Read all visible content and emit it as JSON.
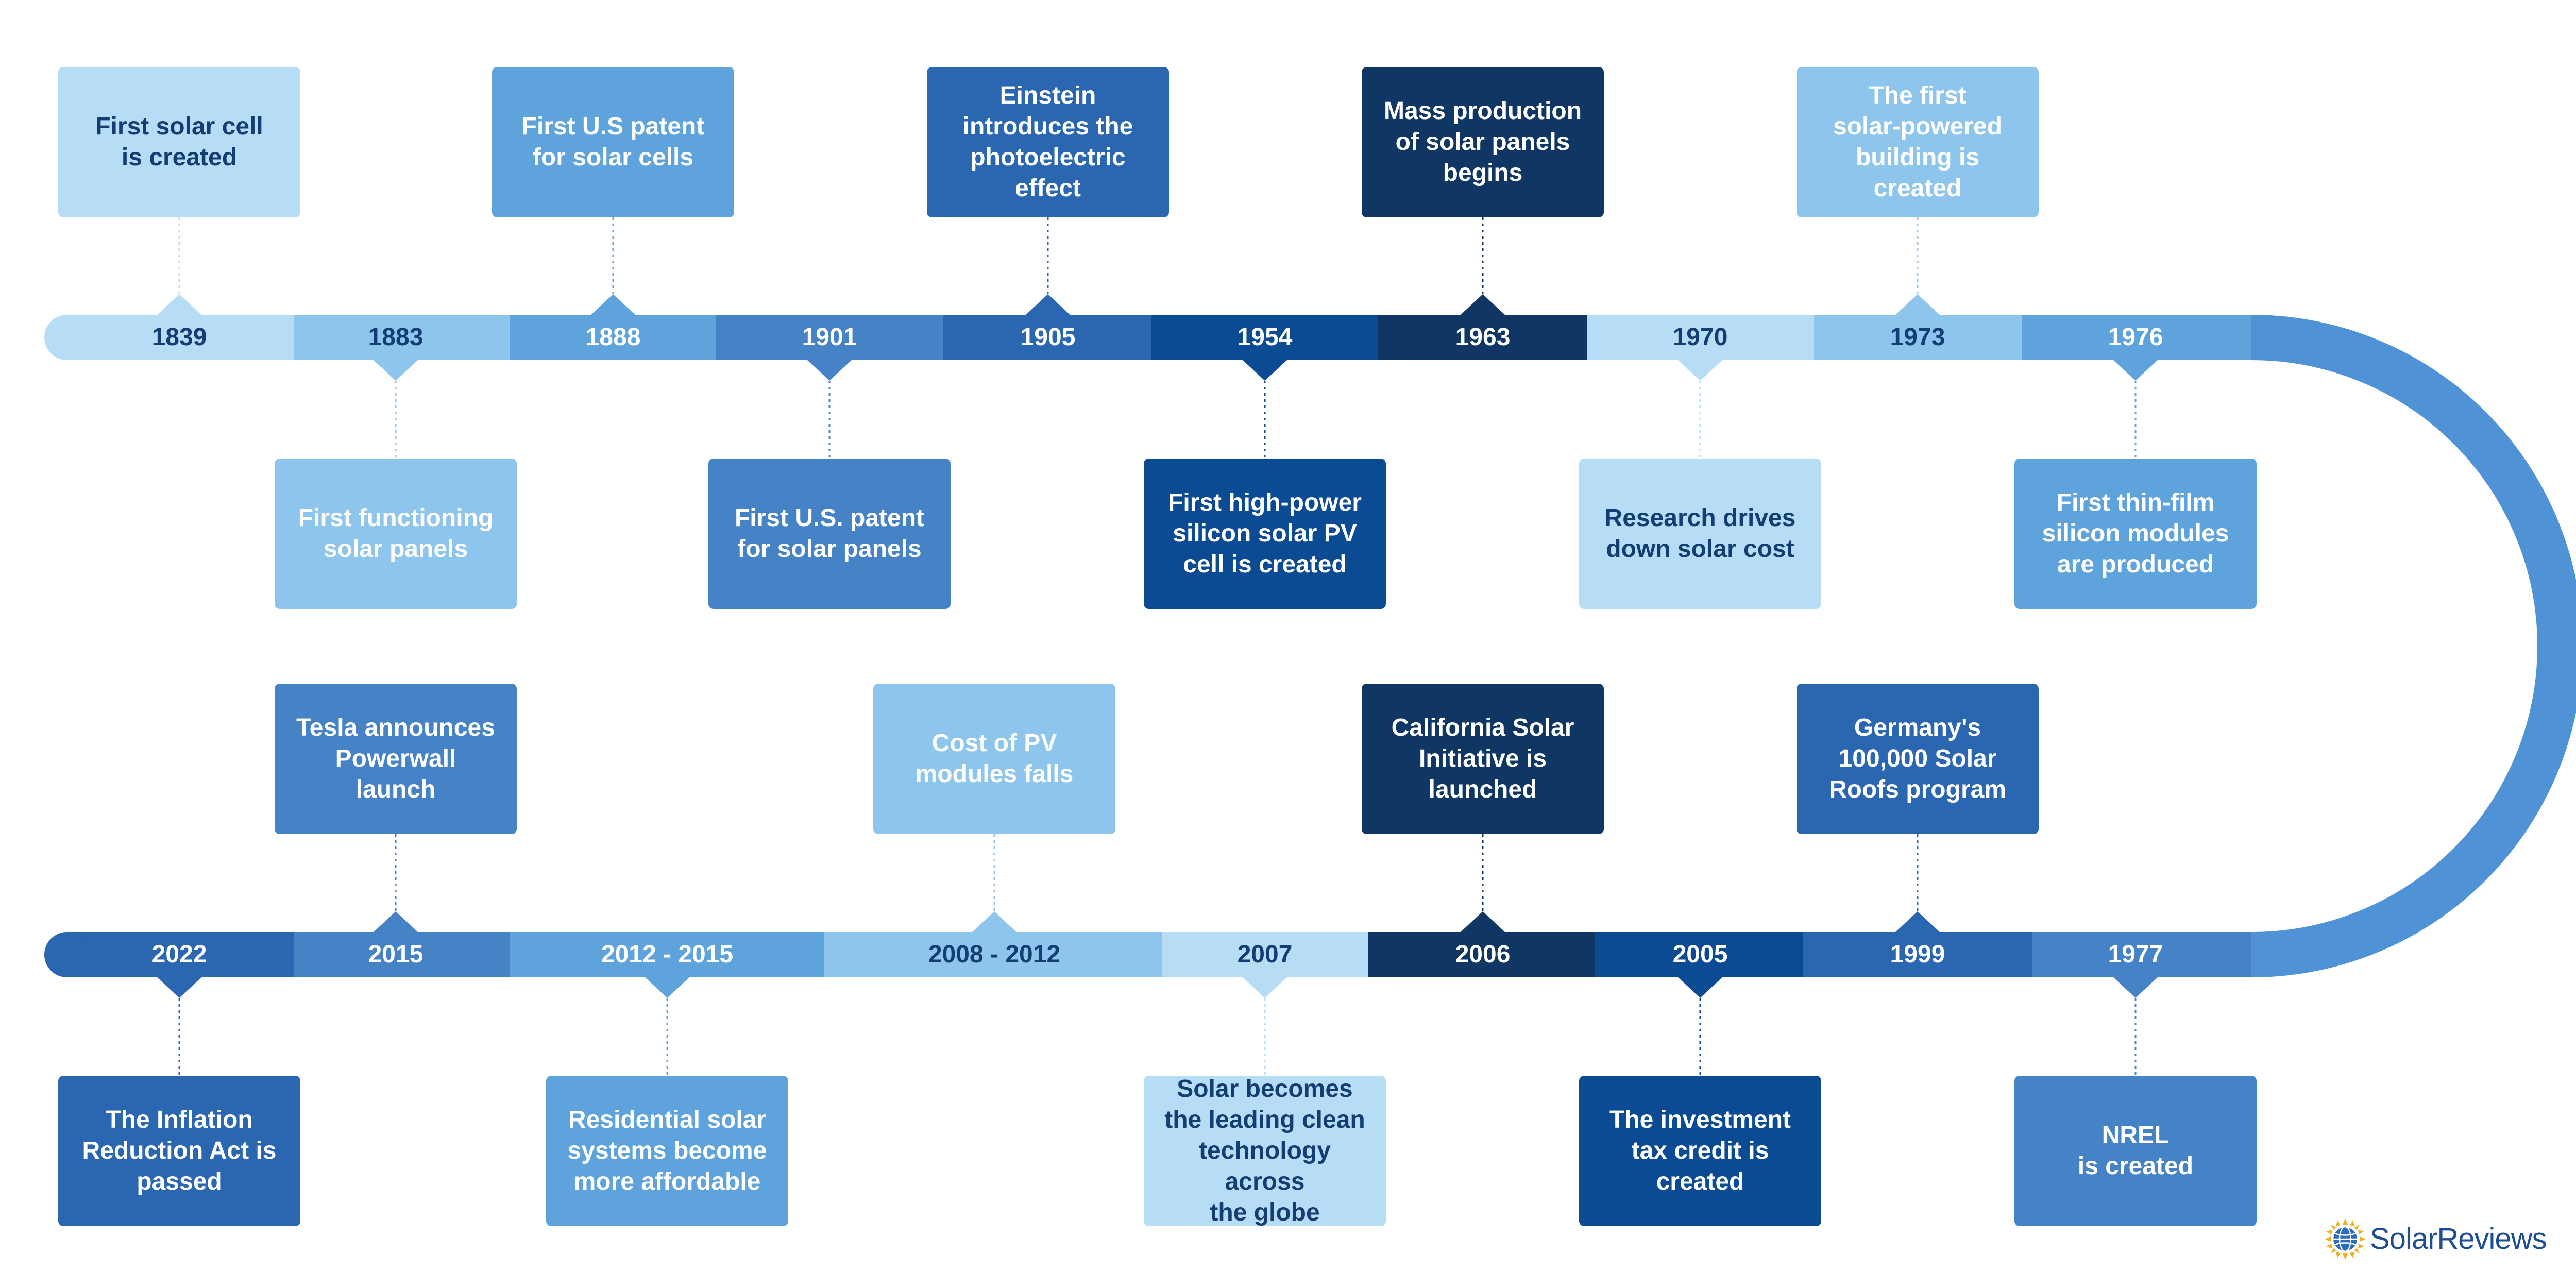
{
  "colors": {
    "c1": "#b7dcf5",
    "c2": "#8ec5ec",
    "c3": "#5fa3dc",
    "c4": "#4682c6",
    "c5": "#2a67b0",
    "c6": "#0b4b94",
    "c7": "#103763",
    "track_curve": "#4f93d6",
    "dark_text": "#133e73",
    "light_text": "#ffffff"
  },
  "top_row": [
    {
      "year": "1839",
      "event": "First solar cell\nis created",
      "side": "above",
      "color": "c1"
    },
    {
      "year": "1883",
      "event": "First functioning\nsolar panels",
      "side": "below",
      "color": "c2"
    },
    {
      "year": "1888",
      "event": "First U.S patent\nfor solar cells",
      "side": "above",
      "color": "c3"
    },
    {
      "year": "1901",
      "event": "First U.S. patent\nfor solar panels",
      "side": "below",
      "color": "c4"
    },
    {
      "year": "1905",
      "event": "Einstein\nintroduces the\nphotoelectric\neffect",
      "side": "above",
      "color": "c5"
    },
    {
      "year": "1954",
      "event": "First high-power\nsilicon solar PV\ncell is created",
      "side": "below",
      "color": "c6"
    },
    {
      "year": "1963",
      "event": "Mass production\nof solar panels\nbegins",
      "side": "above",
      "color": "c7"
    },
    {
      "year": "1970",
      "event": "Research drives\ndown solar cost",
      "side": "below",
      "color": "c1"
    },
    {
      "year": "1973",
      "event": "The first\nsolar-powered\nbuilding is\ncreated",
      "side": "above",
      "color": "c2"
    },
    {
      "year": "1976",
      "event": "First thin-film\nsilicon modules\nare produced",
      "side": "below",
      "color": "c3"
    }
  ],
  "bottom_row": [
    {
      "year": "2022",
      "event": "The Inflation\nReduction Act is\npassed",
      "side": "below",
      "color": "c5"
    },
    {
      "year": "2015",
      "event": "Tesla announces\nPowerwall\nlaunch",
      "side": "above",
      "color": "c4"
    },
    {
      "year": "2012 - 2015",
      "event": "Residential solar\nsystems become\nmore affordable",
      "side": "below",
      "color": "c3"
    },
    {
      "year": "2008 - 2012",
      "event": "Cost of PV\nmodules falls",
      "side": "above",
      "color": "c2"
    },
    {
      "year": "2007",
      "event": "Solar becomes\nthe leading clean\ntechnology across\nthe globe",
      "side": "below",
      "color": "c1"
    },
    {
      "year": "2006",
      "event": "California Solar\nInitiative is\nlaunched",
      "side": "above",
      "color": "c7"
    },
    {
      "year": "2005",
      "event": "The investment\ntax credit is\ncreated",
      "side": "below",
      "color": "c6"
    },
    {
      "year": "1999",
      "event": "Germany's\n100,000 Solar\nRoofs program",
      "side": "above",
      "color": "c5"
    },
    {
      "year": "1977",
      "event": "NREL\nis created",
      "side": "below",
      "color": "c4"
    }
  ],
  "brand": {
    "name": "SolarReviews",
    "icon": "sun-globe-icon"
  }
}
